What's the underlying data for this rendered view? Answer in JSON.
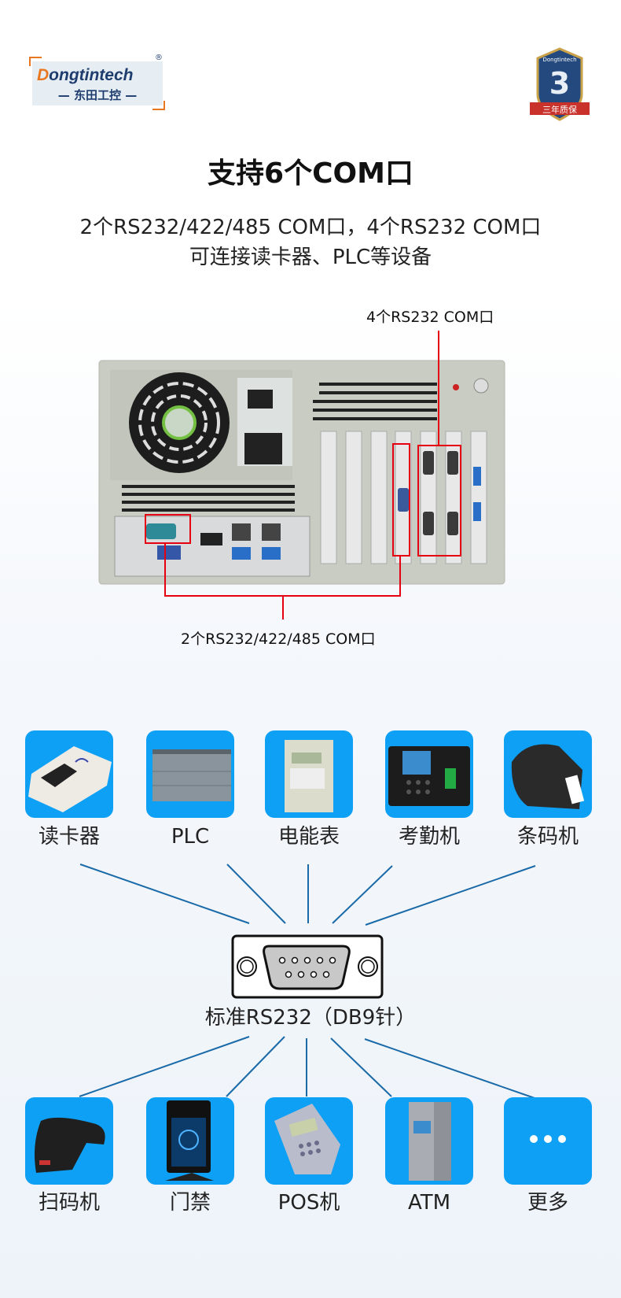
{
  "brand": {
    "name_en": "Dongtintech",
    "name_en_first": "D",
    "name_en_rest": "ongtintech",
    "name_cn": "— 东田工控 —",
    "registered": "®"
  },
  "warranty_badge": {
    "number": "3",
    "brand": "Dongtintech",
    "text": "三年质保"
  },
  "heading": {
    "title": "支持6个COM口",
    "line1": "2个RS232/422/485 COM口，4个RS232 COM口",
    "line2": "可连接读卡器、PLC等设备"
  },
  "diagram": {
    "callout_top": "4个RS232 COM口",
    "callout_bottom": "2个RS232/422/485 COM口",
    "accent": "#e50012"
  },
  "connector": {
    "label": "标准RS232（DB9针）"
  },
  "devices_top": [
    {
      "label": "读卡器",
      "icon": "card-reader-icon"
    },
    {
      "label": "PLC",
      "icon": "plc-icon"
    },
    {
      "label": "电能表",
      "icon": "electric-meter-icon"
    },
    {
      "label": "考勤机",
      "icon": "attendance-machine-icon"
    },
    {
      "label": "条码机",
      "icon": "barcode-printer-icon"
    }
  ],
  "devices_bottom": [
    {
      "label": "扫码机",
      "icon": "barcode-scanner-icon"
    },
    {
      "label": "门禁",
      "icon": "access-control-icon"
    },
    {
      "label": "POS机",
      "icon": "pos-terminal-icon"
    },
    {
      "label": "ATM",
      "icon": "atm-icon"
    },
    {
      "label": "更多",
      "icon": "more-icon"
    }
  ],
  "colors": {
    "tile": "#0ea0f5",
    "line": "#1a6aa8",
    "callout": "#e50012"
  }
}
